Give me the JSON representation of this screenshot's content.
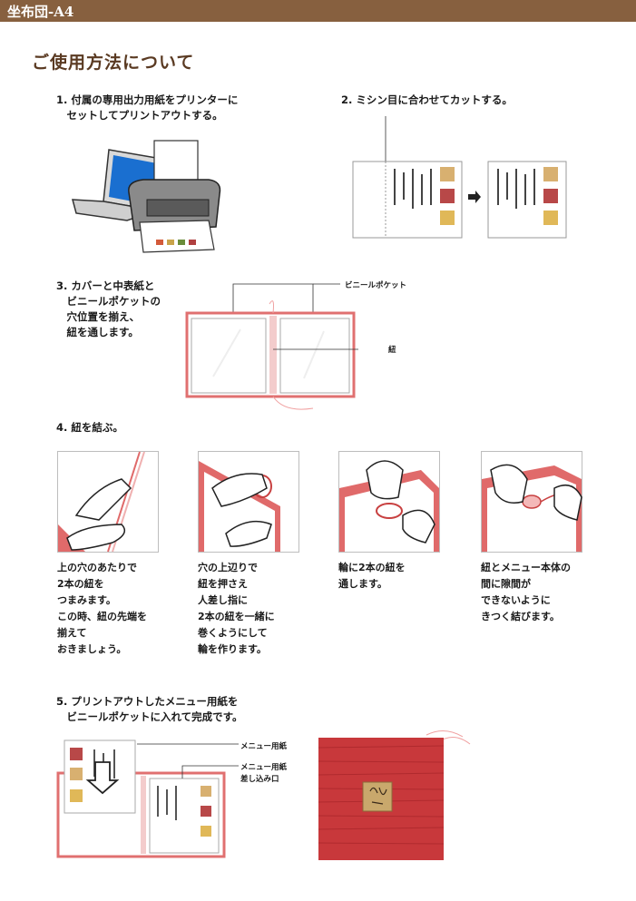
{
  "header": {
    "title": "坐布団-A4",
    "color": "#87603f"
  },
  "page_title": "ご使用方法について",
  "steps": {
    "s1": {
      "text": "1. 付属の専用出力用紙をプリンターに\n　セットしてプリントアウトする。"
    },
    "s2": {
      "text": "2. ミシン目に合わせてカットする。"
    },
    "s3": {
      "text": "3. カバーと中表紙と\n　ビニールポケットの\n　穴位置を揃え、\n　紐を通します。",
      "callout_pocket": "ビニールポケット",
      "callout_cord": "紐"
    },
    "s4": {
      "text": "4. 紐を結ぶ。",
      "captions": [
        "上の穴のあたりで\n2本の紐を\nつまみます。\nこの時、紐の先端を\n揃えて\nおきましょう。",
        "穴の上辺りで\n紐を押さえ\n人差し指に\n2本の紐を一緒に\n巻くようにして\n輪を作ります。",
        "輪に2本の紐を\n通します。",
        "紐とメニュー本体の\n間に隙間が\nできないように\nきつく結びます。"
      ]
    },
    "s5": {
      "text": "5. プリントアウトしたメニュー用紙を\n　ビニールポケットに入れて完成です。",
      "callout_paper": "メニュー用紙",
      "callout_slot": "メニュー用紙\n差し込み口"
    }
  },
  "colors": {
    "accent": "#e06a6a",
    "cover_red": "#c8383b",
    "brown": "#87603f"
  }
}
